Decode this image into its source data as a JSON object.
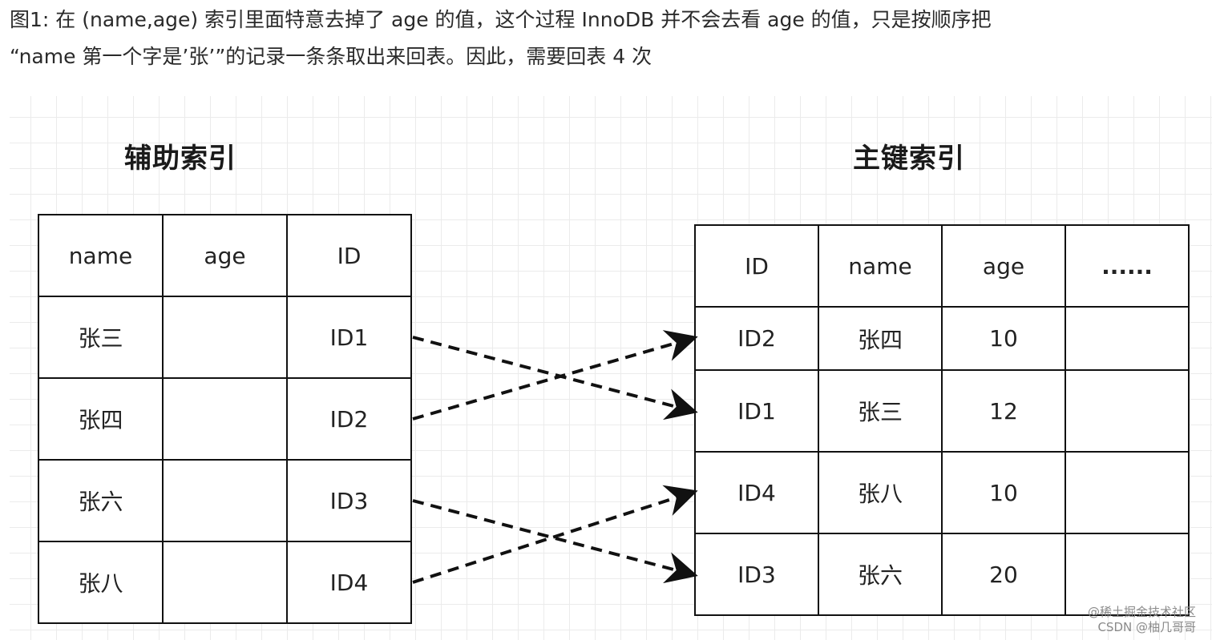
{
  "caption": {
    "line1": "图1: 在 (name,age) 索引里面特意去掉了 age 的值，这个过程 InnoDB 并不会去看 age 的值，只是按顺序把",
    "line2": "“name 第一个字是’张’”的记录一条条取出来回表。因此，需要回表 4 次"
  },
  "secondary_index": {
    "title": "辅助索引",
    "headers": [
      "name",
      "age",
      "ID"
    ],
    "rows": [
      [
        "张三",
        "",
        "ID1"
      ],
      [
        "张四",
        "",
        "ID2"
      ],
      [
        "张六",
        "",
        "ID3"
      ],
      [
        "张八",
        "",
        "ID4"
      ]
    ]
  },
  "primary_index": {
    "title": "主键索引",
    "headers": [
      "ID",
      "name",
      "age",
      "......"
    ],
    "rows": [
      [
        "ID2",
        "张四",
        "10",
        ""
      ],
      [
        "ID1",
        "张三",
        "12",
        ""
      ],
      [
        "ID4",
        "张八",
        "10",
        ""
      ],
      [
        "ID3",
        "张六",
        "20",
        ""
      ]
    ]
  },
  "mappings": [
    {
      "from": "ID1",
      "to": "ID1"
    },
    {
      "from": "ID2",
      "to": "ID2"
    },
    {
      "from": "ID3",
      "to": "ID3"
    },
    {
      "from": "ID4",
      "to": "ID4"
    }
  ],
  "watermark": {
    "line1": "@稀土掘金技术社区",
    "line2": "CSDN @柚几哥哥"
  }
}
